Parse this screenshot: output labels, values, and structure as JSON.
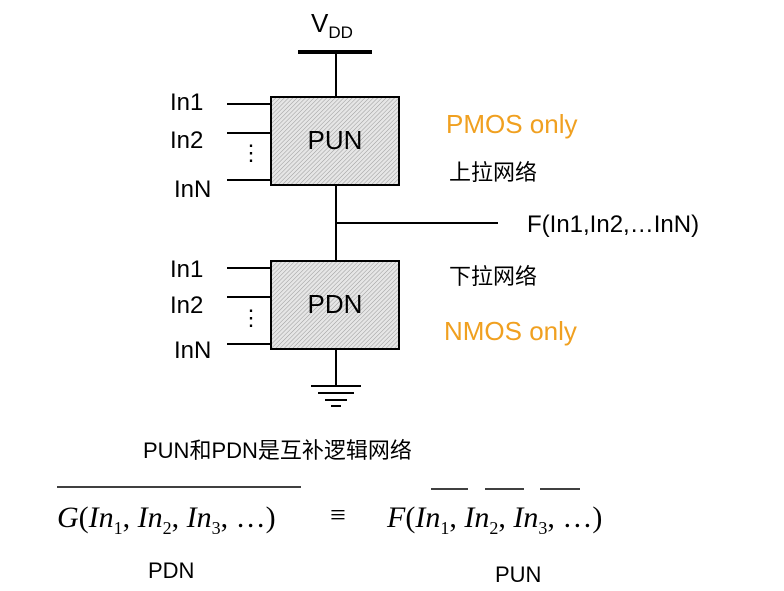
{
  "supply": {
    "label": "V",
    "sub": "DD"
  },
  "pun": {
    "box_label": "PUN",
    "inputs": [
      "In1",
      "In2",
      "InN"
    ],
    "dots": "⋮",
    "note": "PMOS only",
    "cn_label": "上拉网络"
  },
  "output": {
    "label": "F(In1,In2,…InN)"
  },
  "pdn": {
    "box_label": "PDN",
    "inputs": [
      "In1",
      "In2",
      "InN"
    ],
    "dots": "⋮",
    "note": "NMOS only",
    "cn_label": "下拉网络"
  },
  "caption": "PUN和PDN是互补逻辑网络",
  "equation": {
    "lhs_func": "G",
    "lhs_args": [
      {
        "base": "In",
        "sub": "1"
      },
      {
        "base": "In",
        "sub": "2"
      },
      {
        "base": "In",
        "sub": "3"
      }
    ],
    "ellipsis": "…",
    "equiv": "≡",
    "rhs_func": "F",
    "lhs_caption": "PDN",
    "rhs_caption": "PUN"
  },
  "colors": {
    "accent_orange": "#F0A020",
    "box_fill": "#d9d9d9",
    "line": "#000000"
  }
}
